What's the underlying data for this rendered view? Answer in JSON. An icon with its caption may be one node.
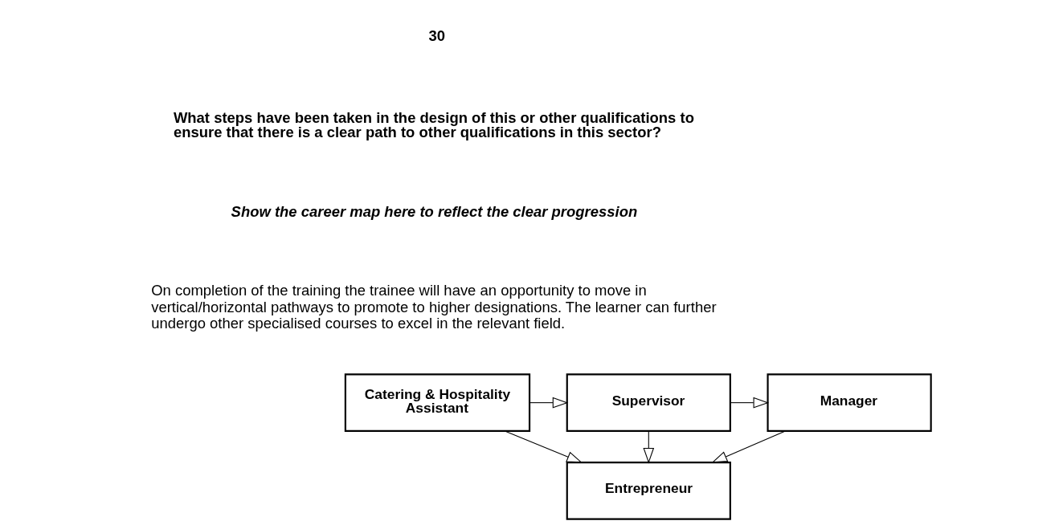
{
  "diagram": {
    "nodes": [
      {
        "text": [
          "Catering & Hospitality Assistant"
        ]
      },
      {
        "text": [
          "Supervisor"
        ]
      },
      {
        "text": [
          "Manager"
        ]
      },
      {
        "text": [
          "Entrepreneur"
        ]
      }
    ],
    "edges": [
      {
        "from": 0,
        "to": 1,
        "arrow": "to"
      },
      {
        "from": 1,
        "to": 2,
        "arrow": "to"
      },
      {
        "from": 0,
        "to": 3,
        "arrow": "to"
      },
      {
        "from": 1,
        "to": 3,
        "arrow": "to"
      },
      {
        "from": 2,
        "to": 3,
        "arrow": "to"
      }
    ],
    "labels": [
      "30",
      "What steps have been taken in the design of this or other qualifications to ensure that there is a clear path to other qualifications in this sector?",
      "Show the career map here to reflect the clear progression",
      "On completion of the training the trainee will have an opportunity to move in vertical/horizontal pathways to promote to higher designations. The learner can further undergo other specialised courses to excel in the relevant field."
    ]
  }
}
